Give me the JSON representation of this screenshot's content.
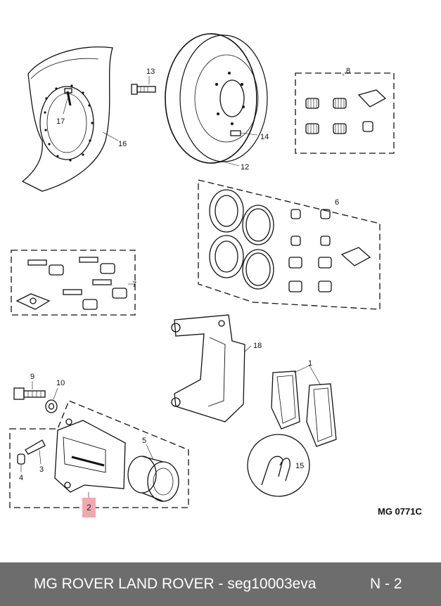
{
  "diagram": {
    "callouts": [
      "1",
      "2",
      "3",
      "4",
      "5",
      "6",
      "7",
      "8",
      "9",
      "10",
      "12",
      "13",
      "14",
      "15",
      "16",
      "17",
      "18"
    ],
    "highlighted_callout": "2",
    "highlight_color": "#f3a8ae",
    "figure_code": "MG 0771C"
  },
  "footer": {
    "title": "MG ROVER LAND ROVER - seg10003eva",
    "page": "N - 2",
    "background": "#6d6d6d"
  }
}
